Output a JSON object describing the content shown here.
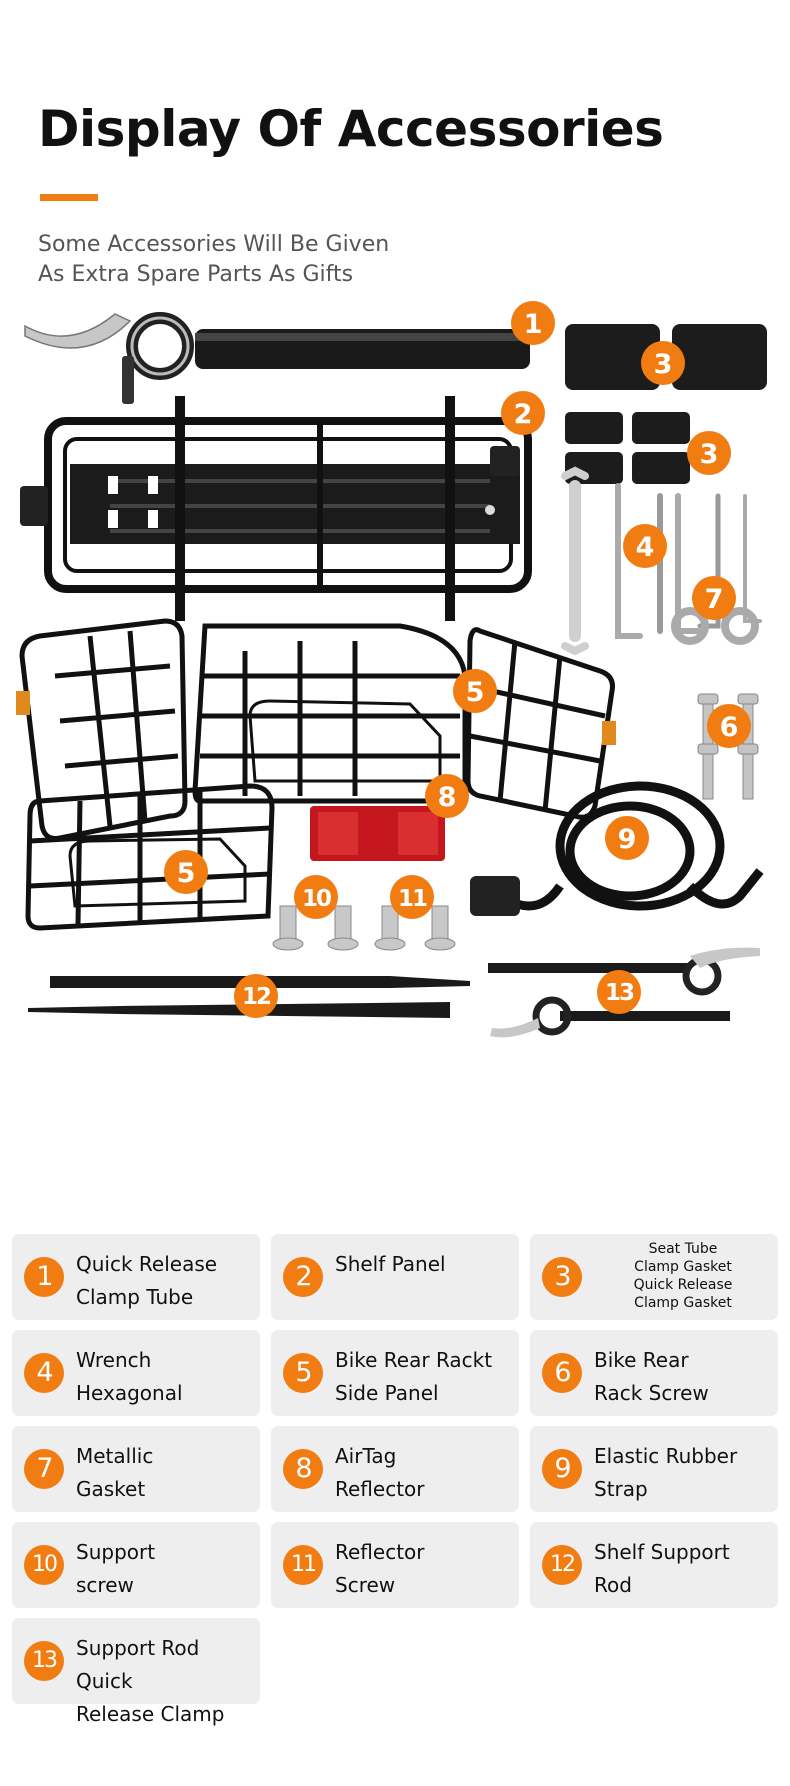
{
  "header": {
    "title": "Display Of Accessories",
    "subtitle_line1": "Some Accessories Will Be Given",
    "subtitle_line2": "As Extra Spare Parts As Gifts"
  },
  "colors": {
    "accent": "#f07c12",
    "card_bg": "#eeeeee",
    "text": "#111111"
  },
  "photo_badges": [
    "1",
    "2",
    "3",
    "3",
    "4",
    "5",
    "5",
    "6",
    "7",
    "8",
    "9",
    "10",
    "11",
    "12",
    "13"
  ],
  "legend": [
    {
      "num": "1",
      "label": "Quick Release\nClamp Tube"
    },
    {
      "num": "2",
      "label": "Shelf Panel"
    },
    {
      "num": "3",
      "label": "Seat Tube\nClamp Gasket\nQuick Release\nClamp Gasket"
    },
    {
      "num": "4",
      "label": "Wrench\nHexagonal"
    },
    {
      "num": "5",
      "label": "Bike Rear Rackt\nSide Panel"
    },
    {
      "num": "6",
      "label": "Bike Rear\nRack Screw"
    },
    {
      "num": "7",
      "label": "Metallic\nGasket"
    },
    {
      "num": "8",
      "label": "AirTag\nReflector"
    },
    {
      "num": "9",
      "label": "Elastic Rubber\nStrap"
    },
    {
      "num": "10",
      "label": "Support\nscrew"
    },
    {
      "num": "11",
      "label": "Reflector\nScrew"
    },
    {
      "num": "12",
      "label": "Shelf Support\nRod"
    },
    {
      "num": "13",
      "label": "Support Rod Quick\nRelease Clamp"
    }
  ]
}
